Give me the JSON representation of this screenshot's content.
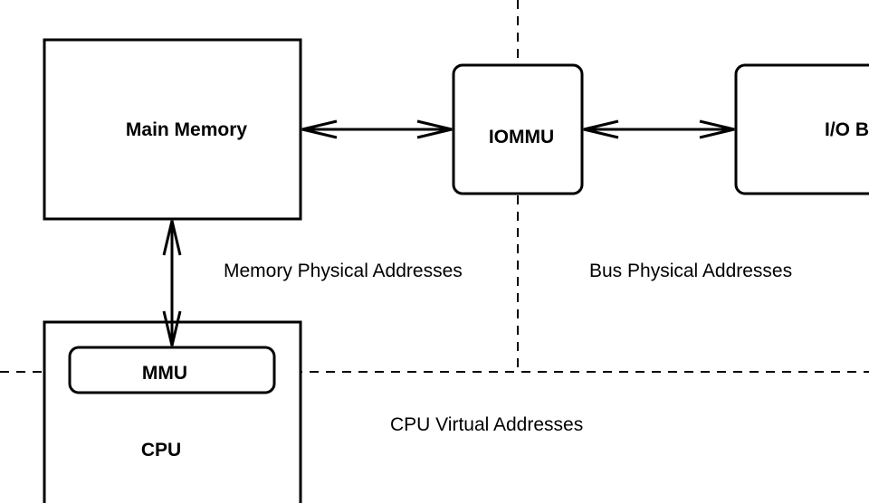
{
  "diagram": {
    "nodes": {
      "main_memory": {
        "label": "Main Memory"
      },
      "iommu": {
        "label": "IOMMU"
      },
      "io_bus": {
        "label": "I/O B"
      },
      "mmu": {
        "label": "MMU"
      },
      "cpu": {
        "label": "CPU"
      }
    },
    "regions": {
      "memory_physical": "Memory Physical Addresses",
      "bus_physical": "Bus Physical Addresses",
      "cpu_virtual": "CPU Virtual Addresses"
    },
    "edges": [
      {
        "from": "main_memory",
        "to": "iommu",
        "type": "bidirectional"
      },
      {
        "from": "iommu",
        "to": "io_bus",
        "type": "bidirectional"
      },
      {
        "from": "main_memory",
        "to": "mmu",
        "type": "bidirectional"
      }
    ],
    "colors": {
      "stroke": "#000000",
      "background": "#ffffff"
    }
  }
}
